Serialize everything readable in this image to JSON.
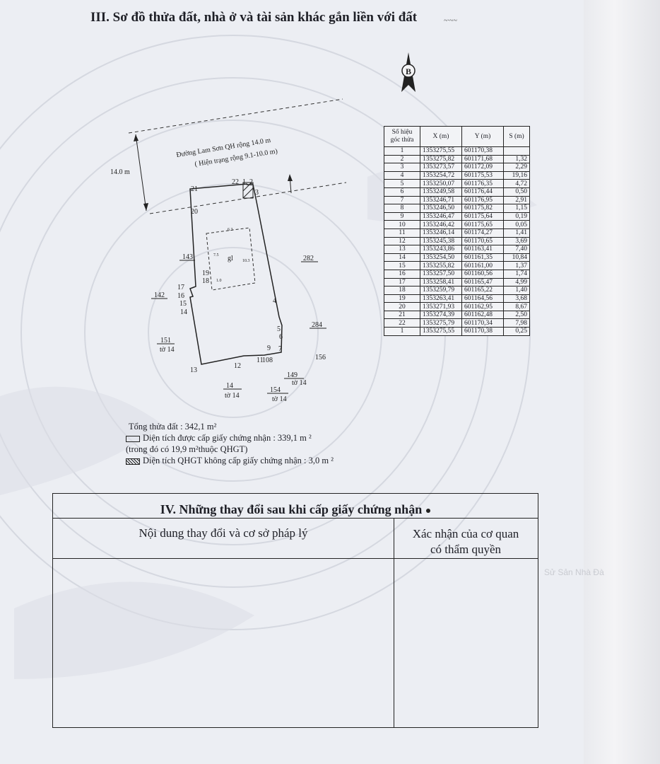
{
  "section3": {
    "title": "III. Sơ đồ thửa đất, nhà ở và tài sản khác gắn liền với đất",
    "stamp": "~·~~"
  },
  "north": {
    "label": "B"
  },
  "plot": {
    "road_name": "Đường Lam Sơn QH rộng 14.0 m",
    "road_current": "( Hiện trạng rộng 9.1-10.0 m)",
    "road_width": "14.0 m",
    "house_label": "gl",
    "dim_63": "6.3",
    "dim_75": "7.5",
    "dim_103": "10.3",
    "dim_10": "1.0",
    "points": [
      "1",
      "2",
      "3",
      "4",
      "5",
      "6",
      "7",
      "8",
      "9",
      "10",
      "11",
      "12",
      "13",
      "14",
      "15",
      "16",
      "17",
      "18",
      "19",
      "20",
      "21",
      "22"
    ],
    "neighbors": {
      "n143": "143",
      "n282": "282",
      "n142": "142",
      "n284": "284",
      "n151": "151",
      "n151_sheet": "tờ 14",
      "n156": "156",
      "n149": "149",
      "n149_sheet": "tờ 14",
      "n14": "14",
      "n14_sheet": "tờ 14",
      "n154": "154",
      "n154_sheet": "tờ 14"
    }
  },
  "coord_table": {
    "headers": {
      "point": "Số hiệu góc thửa",
      "x": "X (m)",
      "y": "Y (m)",
      "s": "S (m)"
    },
    "rows": [
      [
        "1",
        "1353275,55",
        "601170,38",
        ""
      ],
      [
        "2",
        "1353275,82",
        "601171,68",
        "1,32"
      ],
      [
        "3",
        "1353273,57",
        "601172,09",
        "2,29"
      ],
      [
        "4",
        "1353254,72",
        "601175,53",
        "19,16"
      ],
      [
        "5",
        "1353250,07",
        "601176,35",
        "4,72"
      ],
      [
        "6",
        "1353249,58",
        "601176,44",
        "0,50"
      ],
      [
        "7",
        "1353246,71",
        "601176,95",
        "2,91"
      ],
      [
        "8",
        "1353246,50",
        "601175,82",
        "1,15"
      ],
      [
        "9",
        "1353246,47",
        "601175,64",
        "0,19"
      ],
      [
        "10",
        "1353246,42",
        "601175,65",
        "0,05"
      ],
      [
        "11",
        "1353246,14",
        "601174,27",
        "1,41"
      ],
      [
        "12",
        "1353245,38",
        "601170,65",
        "3,69"
      ],
      [
        "13",
        "1353243,86",
        "601163,41",
        "7,40"
      ],
      [
        "14",
        "1353254,50",
        "601161,35",
        "10,84"
      ],
      [
        "15",
        "1353255,82",
        "601161,00",
        "1,37"
      ],
      [
        "16",
        "1353257,50",
        "601160,56",
        "1,74"
      ],
      [
        "17",
        "1353258,41",
        "601165,47",
        "4,99"
      ],
      [
        "18",
        "1353259,79",
        "601165,22",
        "1,40"
      ],
      [
        "19",
        "1353263,41",
        "601164,56",
        "3,68"
      ],
      [
        "20",
        "1353271,93",
        "601162,95",
        "8,67"
      ],
      [
        "21",
        "1353274,39",
        "601162,48",
        "2,50"
      ],
      [
        "22",
        "1353275,79",
        "601170,34",
        "7,98"
      ],
      [
        "1",
        "1353275,55",
        "601170,38",
        "0,25"
      ]
    ]
  },
  "legend": {
    "total": "Tổng thửa đất : 342,1 m²",
    "certified": "Diện tích được cấp giấy chứng nhận : 339,1 m ²",
    "qhgt_note": "(trong đó có 19,9 m²thuộc QHGT)",
    "not_certified": "Diện tích QHGT không cấp giấy chứng nhận : 3,0 m ²"
  },
  "section4": {
    "title": "IV. Những thay đổi sau khi cấp giấy chứng nhận",
    "col1": "Nội dung thay đổi và cơ sở pháp lý",
    "col2": "Xác nhận của cơ quan có thẩm quyền"
  },
  "edge_watermark": "Sử Sản Nhà Đà"
}
